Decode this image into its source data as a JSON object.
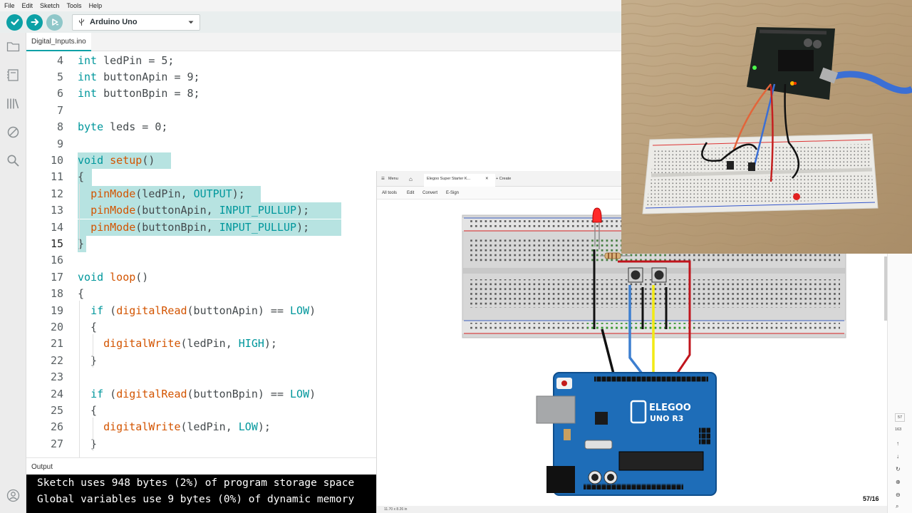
{
  "menubar": {
    "items": [
      "File",
      "Edit",
      "Sketch",
      "Tools",
      "Help"
    ]
  },
  "toolbar": {
    "verify_icon": "check-icon",
    "upload_icon": "arrow-right-icon",
    "debug_icon": "debug-icon",
    "board_icon": "usb-icon",
    "board": "Arduino Uno",
    "dropdown_icon": "caret-down-icon"
  },
  "sidebar": {
    "icons": [
      "folder-icon",
      "boards-icon",
      "library-icon",
      "debug-icon",
      "search-icon",
      "user-icon"
    ]
  },
  "tab": {
    "filename": "Digital_Inputs.ino"
  },
  "editor": {
    "current_line": 15,
    "lines": [
      {
        "n": "4",
        "text": "int ledPin = 5;"
      },
      {
        "n": "5",
        "text": "int buttonApin = 9;"
      },
      {
        "n": "6",
        "text": "int buttonBpin = 8;"
      },
      {
        "n": "7",
        "text": ""
      },
      {
        "n": "8",
        "text": "byte leds = 0;"
      },
      {
        "n": "9",
        "text": ""
      },
      {
        "n": "10",
        "text": "void setup()"
      },
      {
        "n": "11",
        "text": "{"
      },
      {
        "n": "12",
        "text": "  pinMode(ledPin, OUTPUT);"
      },
      {
        "n": "13",
        "text": "  pinMode(buttonApin, INPUT_PULLUP);"
      },
      {
        "n": "14",
        "text": "  pinMode(buttonBpin, INPUT_PULLUP);"
      },
      {
        "n": "15",
        "text": "}"
      },
      {
        "n": "16",
        "text": ""
      },
      {
        "n": "17",
        "text": "void loop()"
      },
      {
        "n": "18",
        "text": "{"
      },
      {
        "n": "19",
        "text": "  if (digitalRead(buttonApin) == LOW)"
      },
      {
        "n": "20",
        "text": "  {"
      },
      {
        "n": "21",
        "text": "    digitalWrite(ledPin, HIGH);"
      },
      {
        "n": "22",
        "text": "  }"
      },
      {
        "n": "23",
        "text": ""
      },
      {
        "n": "24",
        "text": "  if (digitalRead(buttonBpin) == LOW)"
      },
      {
        "n": "25",
        "text": "  {"
      },
      {
        "n": "26",
        "text": "    digitalWrite(ledPin, LOW);"
      },
      {
        "n": "27",
        "text": "  }"
      }
    ]
  },
  "output": {
    "title": "Output",
    "lines": [
      "Sketch uses 948 bytes (2%) of program storage space",
      "Global variables use 9 bytes (0%) of dynamic memory"
    ]
  },
  "pdf_viewer": {
    "tabs": [
      "Menu",
      "Elegoo Super Starter K...",
      "+ Create"
    ],
    "tools": [
      "All tools",
      "Edit",
      "Convert",
      "E-Sign"
    ],
    "page_indicator": "57/16",
    "side_numbers": [
      "57",
      "163"
    ],
    "status": "11.70 x 8.26 in"
  },
  "diagram": {
    "board_brand": "ELEGOO",
    "board_model": "UNO R3"
  },
  "colors": {
    "accent": "#00979c",
    "selection": "#b7e3e1",
    "wire_red": "#c0141c",
    "wire_blue": "#3d7fd0",
    "wire_yellow": "#f2ea14",
    "board_blue": "#1e6db8"
  }
}
